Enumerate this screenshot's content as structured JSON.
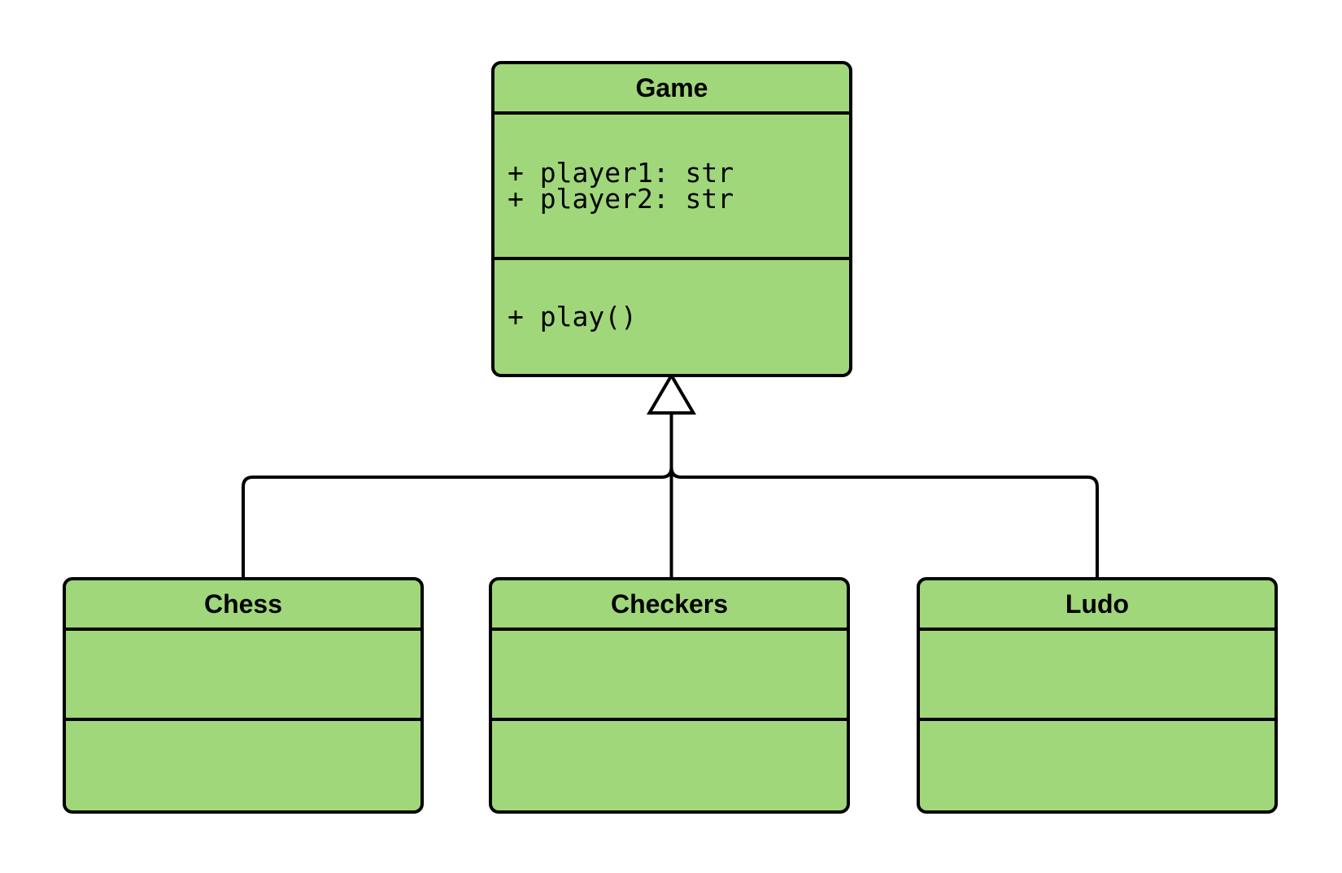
{
  "diagram": {
    "type": "uml-class-diagram",
    "background": "#ffffff",
    "colors": {
      "class_fill": "#a0d77a",
      "class_border": "#000000",
      "edge": "#000000",
      "arrow_fill": "#ffffff",
      "diagram_bg": "#ffffff"
    },
    "classes": [
      {
        "name": "Game",
        "attributes": [
          "+ player1: str",
          "+ player2: str"
        ],
        "methods": [
          "+ play()"
        ]
      },
      {
        "name": "Chess",
        "attributes": [],
        "methods": []
      },
      {
        "name": "Checkers",
        "attributes": [],
        "methods": []
      },
      {
        "name": "Ludo",
        "attributes": [],
        "methods": []
      }
    ],
    "relations": [
      {
        "from": "Chess",
        "to": "Game",
        "type": "inheritance"
      },
      {
        "from": "Checkers",
        "to": "Game",
        "type": "inheritance"
      },
      {
        "from": "Ludo",
        "to": "Game",
        "type": "inheritance"
      }
    ]
  }
}
